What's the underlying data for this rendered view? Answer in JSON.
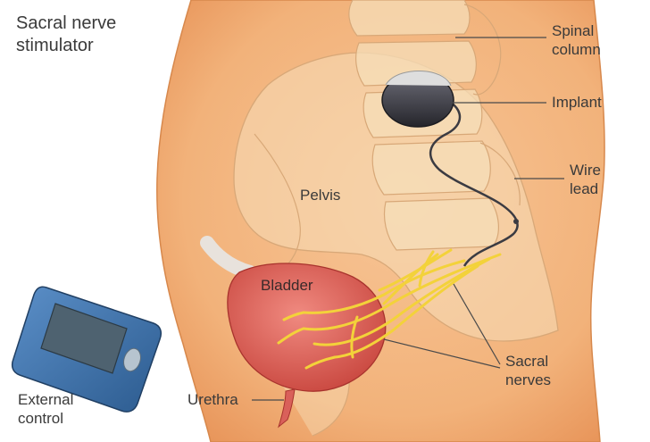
{
  "title": "Sacral nerve\nstimulator",
  "labels": {
    "spinal_column": "Spinal\ncolumn",
    "implant": "Implant",
    "wire_lead": "Wire\nlead",
    "pelvis": "Pelvis",
    "bladder": "Bladder",
    "sacral_nerves": "Sacral\nnerves",
    "urethra": "Urethra",
    "external_control": "External\ncontrol"
  },
  "colors": {
    "skin": "#f2b27a",
    "skin_dark": "#e09a5e",
    "bone": "#f6ddb8",
    "bladder": "#d9605a",
    "nerve": "#f3d23a",
    "implant": "#3c3c44",
    "device_body": "#3a6fa8",
    "device_screen": "#4e6270"
  }
}
